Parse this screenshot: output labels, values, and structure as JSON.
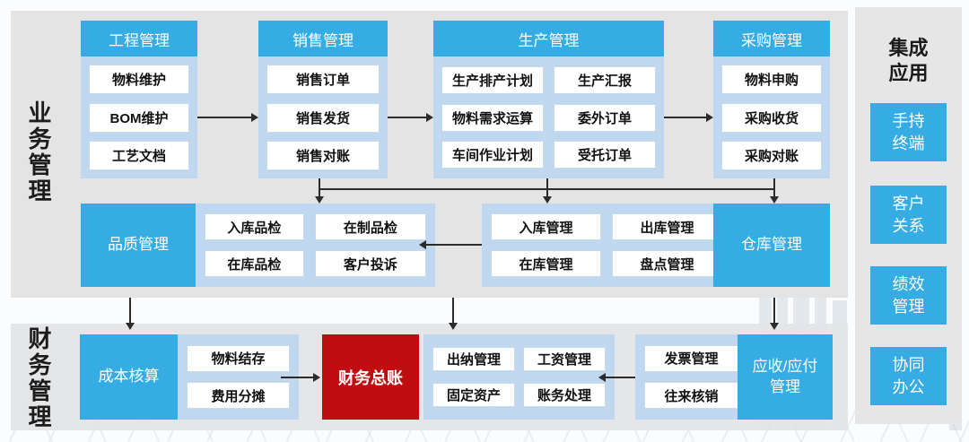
{
  "sections": {
    "business_label": "业务管理",
    "finance_label": "财务管理"
  },
  "top_columns": [
    {
      "header": "工程管理",
      "items": [
        "物料维护",
        "BOM维护",
        "工艺文档"
      ]
    },
    {
      "header": "销售管理",
      "items": [
        "销售订单",
        "销售发货",
        "销售对账"
      ]
    },
    {
      "header": "生产管理",
      "items": [
        "生产排产计划",
        "生产汇报",
        "物料需求运算",
        "委外订单",
        "车间作业计划",
        "受托订单"
      ]
    },
    {
      "header": "采购管理",
      "items": [
        "物料申购",
        "采购收货",
        "采购对账"
      ]
    }
  ],
  "middle_row": {
    "quality_header": "品质管理",
    "quality_items": [
      "入库品检",
      "在制品检",
      "在库品检",
      "客户投诉"
    ],
    "warehouse_items": [
      "入库管理",
      "出库管理",
      "在库管理",
      "盘点管理"
    ],
    "warehouse_header": "仓库管理"
  },
  "finance_row": {
    "cost_header": "成本核算",
    "cost_items": [
      "物料结存",
      "费用分摊"
    ],
    "ledger_header": "财务总账",
    "ledger_items": [
      "出纳管理",
      "工资管理",
      "固定资产",
      "账务处理"
    ],
    "invoice_items": [
      "发票管理",
      "往来核销"
    ],
    "receivable_header": "应收/应付\n管理"
  },
  "integrations": {
    "title": "集成\n应用",
    "items": [
      "手持\n终端",
      "客户\n关系",
      "绩效\n管理",
      "协同\n办公"
    ]
  },
  "colors": {
    "node_blue": "#36ACE4",
    "container_light_blue": "#BFD7EF",
    "ledger_red": "#C00D12",
    "panel_gray": "#E4E4E5",
    "arrow_black": "#2B2B2B"
  }
}
